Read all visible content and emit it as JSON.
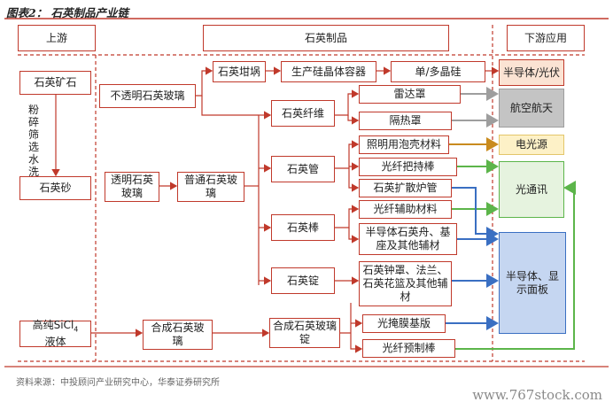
{
  "title": "图表2：  石英制品产业链",
  "source": "资料来源：中投顾问产业研究中心，华泰证券研究所",
  "watermark": "www.767stock.com",
  "headers": {
    "upstream": "上游",
    "midstream": "石英制品",
    "downstream": "下游应用"
  },
  "upstream": {
    "quartz_ore": "石英矿石",
    "process_steps": [
      "粉碎",
      "筛选",
      "水洗"
    ],
    "quartz_sand": "石英砂",
    "sicl4_prefix": "高纯SiCl",
    "sicl4_sub": "4",
    "sicl4_suffix": "液体"
  },
  "mid": {
    "opaque_glass": "不透明石英玻璃",
    "crucible": "石英坩埚",
    "container": "生产硅晶体容器",
    "silicon": "单/多晶硅",
    "transparent_glass": "透明石英玻璃",
    "ordinary_glass": "普通石英玻璃",
    "synthetic_glass": "合成石英玻璃",
    "synthetic_ingot": "合成石英玻璃锭",
    "fiber": "石英纤维",
    "radar": "雷达罩",
    "heat_shield": "隔热罩",
    "tube": "石英管",
    "lamp": "照明用泡壳材料",
    "fiber_holder": "光纤把持棒",
    "diffusion": "石英扩散炉管",
    "rod": "石英棒",
    "fiber_aux": "光纤辅助材料",
    "semi_boat": "半导体石英舟、基座及其他辅材",
    "ingot": "石英锭",
    "bell_jar": "石英钟罩、法兰、石英花篮及其他辅材",
    "mask": "光掩膜基版",
    "preform": "光纤预制棒"
  },
  "downstream": {
    "semiconductor_pv": "半导体/光伏",
    "aerospace": "航空航天",
    "electric_light": "电光源",
    "optical_comm": "光通讯",
    "semi_display": "半导体、显示面板"
  },
  "colors": {
    "frame": "#c0392b",
    "gray": "#9e9e9e",
    "orange": "#c98b1e",
    "green": "#5cb54a",
    "blue": "#3a6fc2"
  }
}
